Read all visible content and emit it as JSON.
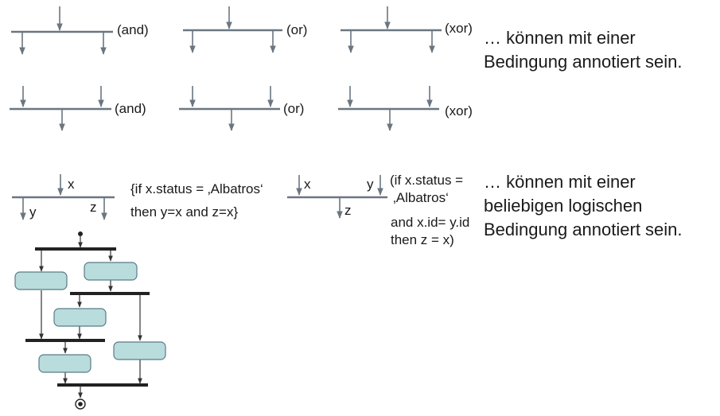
{
  "connectors": {
    "split_and": "(and)",
    "split_or": "(or)",
    "split_xor": "(xor)",
    "merge_and": "(and)",
    "merge_or": "(or)",
    "merge_xor": "(xor)"
  },
  "caption_top": [
    "… können mit einer",
    "Bedingung annotiert sein."
  ],
  "ex1": {
    "x": "x",
    "y": "y",
    "z": "z",
    "cond": [
      "{if x.status = ‚Albatros‘",
      "then y=x and z=x}"
    ]
  },
  "ex2": {
    "x": "x",
    "y": "y",
    "z": "z",
    "cond": [
      "(if x.status =",
      "‚Albatros‘",
      "and x.id= y.id",
      "then z = x)"
    ]
  },
  "caption_bottom": [
    "… können mit einer",
    "beliebigen logischen",
    "Bedingung annotiert sein."
  ],
  "colors": {
    "bar": "#6b7680",
    "node_fill": "#b9dcdc",
    "node_stroke": "#5a7b86"
  }
}
